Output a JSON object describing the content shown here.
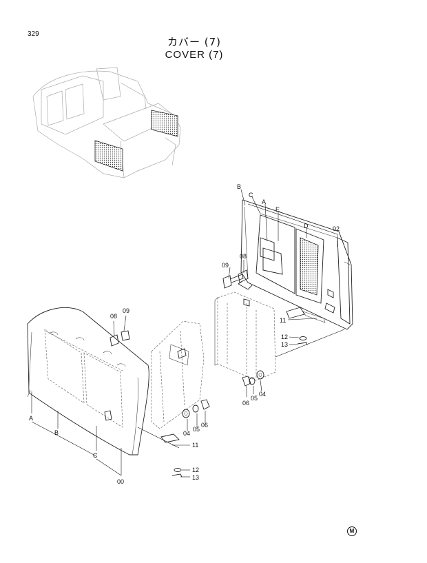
{
  "page_number": "329",
  "title_jp": "カバー (7)",
  "title_en": "COVER (7)",
  "logo": "M",
  "callouts": {
    "upper": [
      "B",
      "C",
      "A",
      "E",
      "D",
      "02",
      "09",
      "08",
      "11",
      "12",
      "13",
      "06",
      "05",
      "04"
    ],
    "lower": [
      "08",
      "09",
      "A",
      "B",
      "C",
      "00",
      "04",
      "05",
      "06",
      "11",
      "12",
      "13"
    ]
  }
}
